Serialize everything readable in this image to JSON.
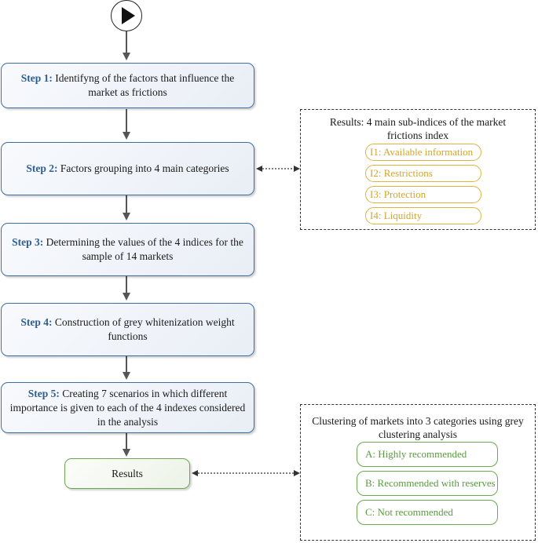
{
  "start": {
    "icon": "play-icon"
  },
  "steps": [
    {
      "label": "Step 1:",
      "text": " Identifyng of the factors that influence the market as frictions"
    },
    {
      "label": "Step 2:",
      "text": " Factors grouping into 4 main categories"
    },
    {
      "label": "Step 3:",
      "text": " Determining the values of the 4  indices for the sample of 14 markets"
    },
    {
      "label": "Step 4:",
      "text": " Construction of grey whitenization weight functions"
    },
    {
      "label": "Step 5:",
      "text": " Creating 7 scenarios in which different importance is given to each of the 4 indexes considered in the analysis"
    }
  ],
  "results_box": {
    "text": "Results"
  },
  "panel_indices": {
    "title": "Results: 4 main sub-indices of the market frictions index",
    "items": [
      "I1: Available information",
      "I2: Restrictions",
      "I3: Protection",
      "I4: Liquidity"
    ]
  },
  "panel_clusters": {
    "title": "Clustering of markets into 3 categories using grey clustering analysis",
    "items": [
      "A: Highly recommended",
      "B: Recommended with reserves",
      "C: Not recommended"
    ]
  },
  "colors": {
    "step_border": "#3d6ea3",
    "step_label": "#2e5d8f",
    "orange": "#e0b43c",
    "green": "#6aa84f"
  }
}
